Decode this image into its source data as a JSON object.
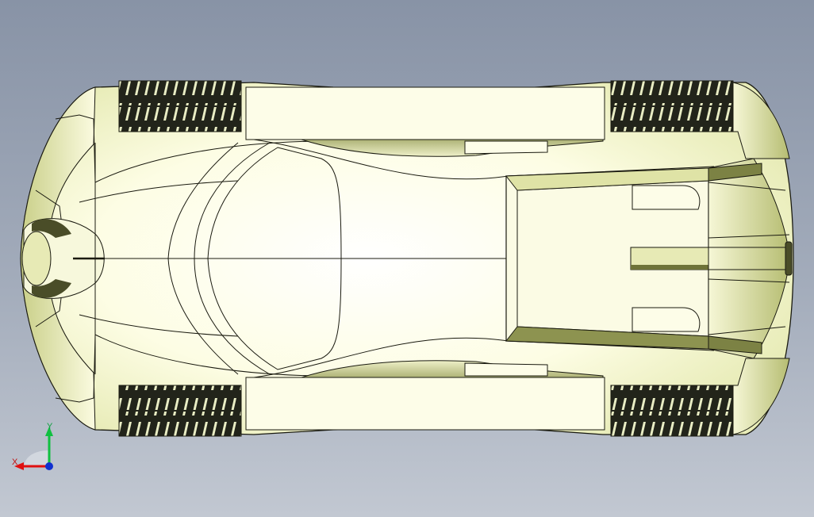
{
  "viewport": {
    "background_top": "#8893a6",
    "background_bottom": "#c2c8d2"
  },
  "model": {
    "body_color": "#fdfde0",
    "shade_color": "#dfe4a8",
    "dark_shade": "#8d9350",
    "edge_color": "#1a1a10",
    "tire_color": "#22241a",
    "tread_color": "#e9edc4",
    "wheel_count": 4
  },
  "triad": {
    "x_label": "X",
    "y_label": "Y",
    "x_color": "#e01010",
    "y_color": "#10c040",
    "z_color": "#1030d0"
  }
}
